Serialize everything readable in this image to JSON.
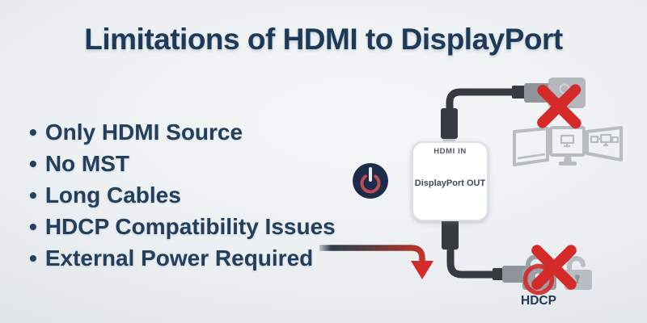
{
  "title": "Limitations of HDMI to DisplayPort",
  "list": {
    "bullet_char": "•",
    "items": [
      "Only HDMI Source",
      "No MST",
      "Long Cables",
      "HDCP Compatibility Issues",
      "External Power Required"
    ]
  },
  "adapter": {
    "input_label": "HDMI IN",
    "output_label": "DisplayPort OUT"
  },
  "annotations": {
    "hdcp_label": "HDCP"
  },
  "icons": {
    "power": "power-icon",
    "cross_top": "cross-icon over source device",
    "cross_bottom": "cross-icon over hdcp locks",
    "monitors": "multi-monitor-icon (no MST)",
    "locks": "hdcp-lock-icon",
    "arrow": "external-power-arrow-icon"
  },
  "colors": {
    "title_color": "#1d3a59",
    "bullet_color": "#22405e",
    "cross_red": "#d42a2a",
    "power_bg": "#1e2c4c",
    "power_ring": "#c04a52",
    "power_stem": "#e8ebef",
    "cable_dark": "#363b41",
    "connector_gray": "#8e949a",
    "connector_tip": "#c6cacd",
    "device_gray": "#b4b8bd",
    "monitor_gray": "#b7bcc1",
    "lock_dark": "#9aa0a5",
    "lock_light": "#b9bec3",
    "adapter_bg": "#ffffff",
    "adapter_border": "#dde1e4",
    "port_in_color": "#4e5a64",
    "port_out_color": "#3e4a56",
    "arrow_navy": "#2e3d4f",
    "arrow_red": "#c23327",
    "bg_light": "#f5f7f8",
    "bg_dark": "#dee3e7"
  }
}
